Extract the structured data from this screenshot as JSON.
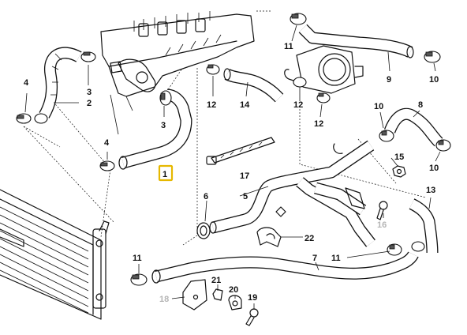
{
  "labels": {
    "p1": "1",
    "p2": "2",
    "p3a": "3",
    "p3b": "3",
    "p4a": "4",
    "p4b": "4",
    "p5": "5",
    "p6": "6",
    "p7": "7",
    "p8": "8",
    "p9": "9",
    "p10a": "10",
    "p10b": "10",
    "p10c": "10",
    "p11a": "11",
    "p11b": "11",
    "p11c": "11",
    "p12a": "12",
    "p12b": "12",
    "p12c": "12",
    "p13": "13",
    "p14": "14",
    "p15": "15",
    "p16": "16",
    "p17": "17",
    "p18": "18",
    "p19": "19",
    "p20": "20",
    "p21": "21",
    "p22": "22"
  },
  "highlighted_part": "1",
  "colors": {
    "line": "#111111",
    "highlight": "#e6b800",
    "muted_label": "#b5b5b5"
  }
}
